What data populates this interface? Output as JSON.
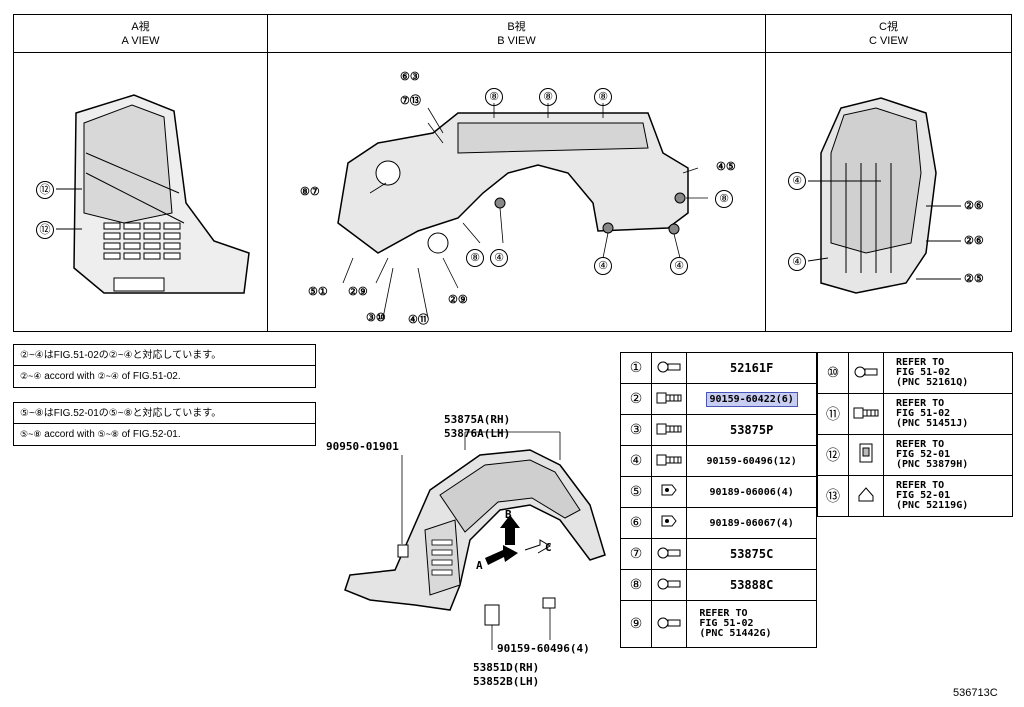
{
  "views": {
    "a": {
      "jp": "A視",
      "en": "A VIEW"
    },
    "b": {
      "jp": "B視",
      "en": "B VIEW"
    },
    "c": {
      "jp": "C視",
      "en": "C VIEW"
    }
  },
  "notes": {
    "fig51_jp": "②~④はFIG.51-02の②~④と対応しています。",
    "fig51_en_pre": "accord with",
    "fig51_en_post": "of FIG.51-02.",
    "fig52_jp": "⑤~⑧はFIG.52-01の⑤~⑧と対応しています。",
    "fig52_en_pre": "accord with",
    "fig52_en_post": "of FIG.52-01."
  },
  "labels": {
    "a_view": [
      "⑫",
      "⑫"
    ],
    "b_view": [
      "⑥③",
      "⑦⑬",
      "⑧",
      "⑧",
      "⑧",
      "④⑤",
      "⑧",
      "⑧⑦",
      "⑧",
      "④",
      "④",
      "④",
      "⑤①",
      "②⑨",
      "②⑨",
      "③⑩",
      "④⑪"
    ],
    "c_view": [
      "④",
      "②⑥",
      "②⑥",
      "④",
      "②⑤"
    ]
  },
  "assembly": {
    "top_part_rh": "53875A(RH)",
    "top_part_lh": "53876A(LH)",
    "clip_part": "90950-01901",
    "screw_part": "90159-60496(4)",
    "bottom_part_rh": "53851D(RH)",
    "bottom_part_lh": "53852B(LH)",
    "arrow_b": "B",
    "arrow_a": "A",
    "arrow_c": "C"
  },
  "parts_left": [
    {
      "num": "①",
      "icon": "bolt-icon",
      "pn": "52161F",
      "small": false,
      "highlight": false
    },
    {
      "num": "②",
      "icon": "screw-icon",
      "pn": "90159-60422(6)",
      "small": true,
      "highlight": true
    },
    {
      "num": "③",
      "icon": "screw-icon",
      "pn": "53875P",
      "small": false,
      "highlight": false
    },
    {
      "num": "④",
      "icon": "screw-icon",
      "pn": "90159-60496(12)",
      "small": true,
      "highlight": false
    },
    {
      "num": "⑤",
      "icon": "clip-icon",
      "pn": "90189-06006(4)",
      "small": true,
      "highlight": false
    },
    {
      "num": "⑥",
      "icon": "clip-icon",
      "pn": "90189-06067(4)",
      "small": true,
      "highlight": false
    },
    {
      "num": "⑦",
      "icon": "bolt-icon",
      "pn": "53875C",
      "small": false,
      "highlight": false
    },
    {
      "num": "⑧",
      "icon": "bolt-icon",
      "pn": "53888C",
      "small": false,
      "highlight": false
    },
    {
      "num": "⑨",
      "icon": "bolt-icon",
      "ref": [
        "REFER TO",
        "FIG 51-02",
        "(PNC 51442G)"
      ]
    }
  ],
  "parts_right": [
    {
      "num": "⑩",
      "icon": "bolt-icon",
      "ref": [
        "REFER TO",
        "FIG 51-02",
        "(PNC 52161Q)"
      ]
    },
    {
      "num": "⑪",
      "icon": "screw-icon",
      "ref": [
        "REFER TO",
        "FIG 51-02",
        "(PNC 51451J)"
      ]
    },
    {
      "num": "⑫",
      "icon": "retainer-icon",
      "ref": [
        "REFER TO",
        "FIG 52-01",
        "(PNC 53879H)"
      ]
    },
    {
      "num": "⑬",
      "icon": "nut-clip-icon",
      "ref": [
        "REFER TO",
        "FIG 52-01",
        "(PNC 52119G)"
      ]
    }
  ],
  "figure_id": "536713C"
}
